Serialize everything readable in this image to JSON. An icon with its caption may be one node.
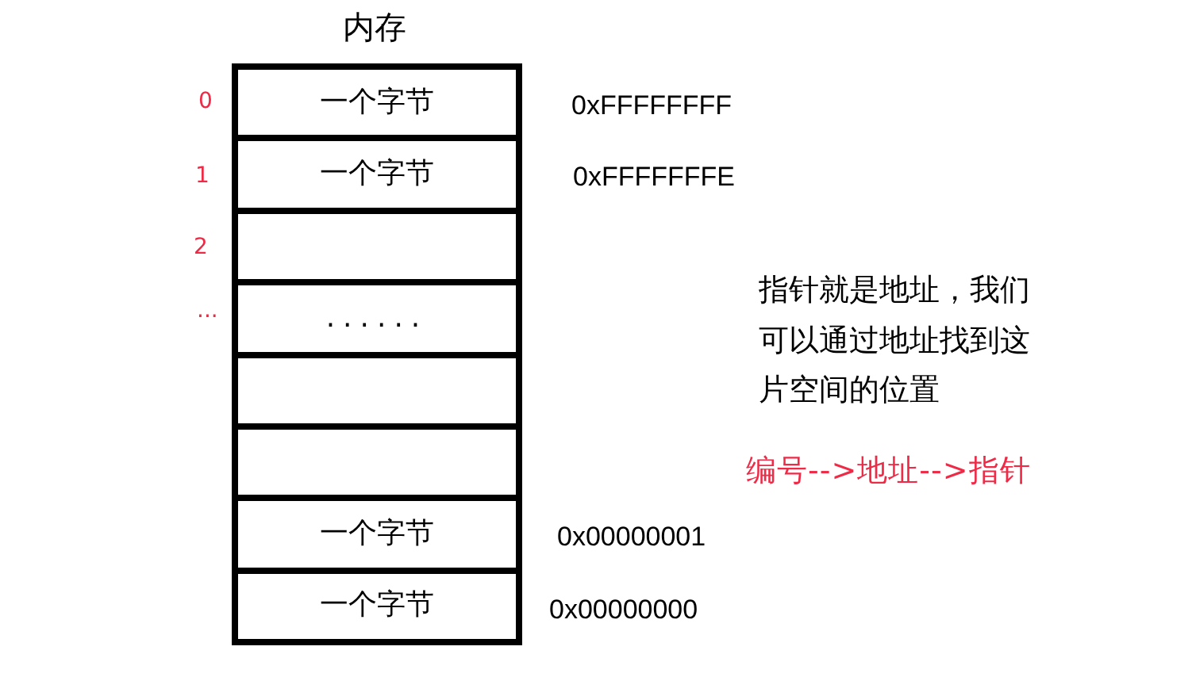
{
  "diagram": {
    "title": "内存",
    "nodes": [
      {
        "text": [
          "一个字节"
        ],
        "beside": [
          "0xFFFFFFFF"
        ]
      },
      {
        "text": [
          "一个字节"
        ],
        "beside": [
          "0xFFFFFFFE"
        ]
      },
      {
        "text": [],
        "shape": "box"
      },
      {
        "text": [
          "......"
        ]
      },
      {
        "text": [],
        "shape": "box"
      },
      {
        "text": [],
        "shape": "box"
      },
      {
        "text": [
          "一个字节"
        ],
        "beside": [
          "0x00000001"
        ]
      },
      {
        "text": [
          "一个字节"
        ],
        "beside": [
          "0x00000000"
        ]
      }
    ],
    "labels": [
      "0",
      "1",
      "2",
      "...",
      "指针就是地址，我们可以通过地址找到这片空间的位置",
      "编号-->地址-->指针"
    ]
  }
}
